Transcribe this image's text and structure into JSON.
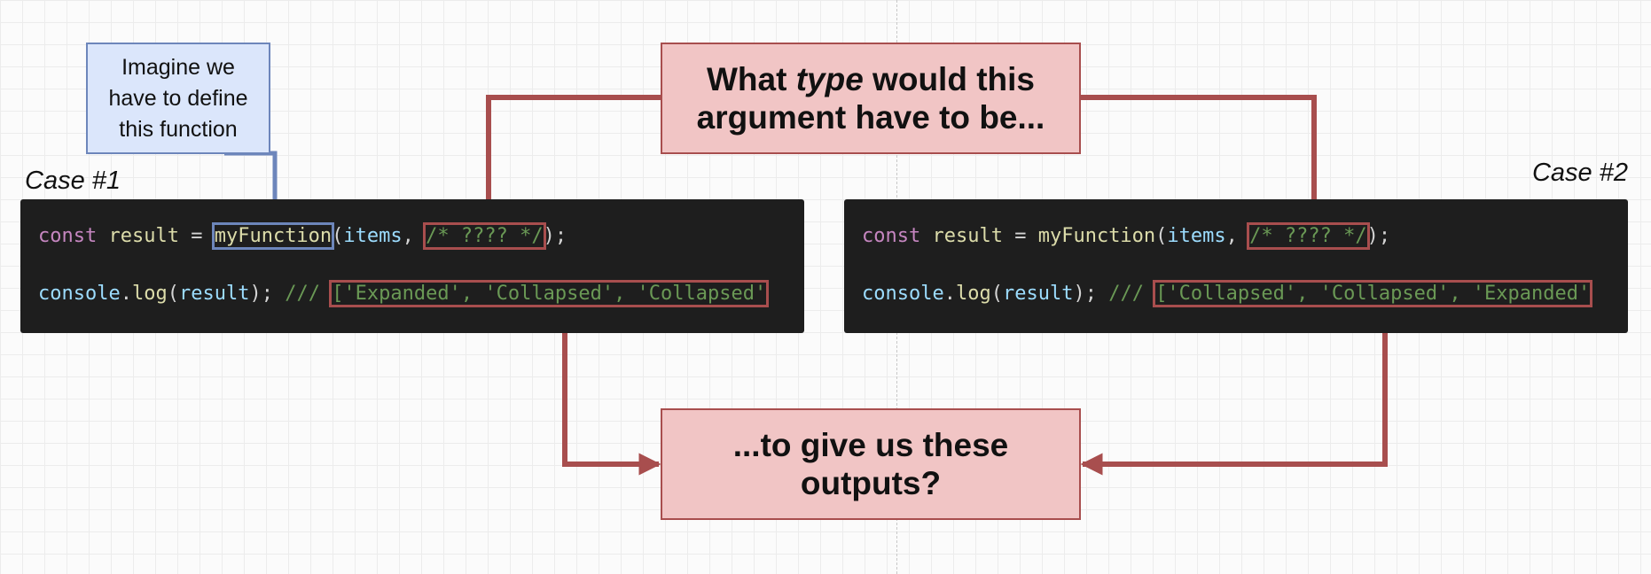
{
  "note": {
    "line1": "Imagine we",
    "line2": "have to define",
    "line3": "this function"
  },
  "question": {
    "part1": "What ",
    "emphasis": "type",
    "part2": " would this",
    "line2": "argument have to be..."
  },
  "outputs": {
    "line1": "...to give us these",
    "line2": "outputs?"
  },
  "cases": {
    "case1": {
      "label": "Case #1",
      "line1": {
        "keyword": "const",
        "variable": "result",
        "equals": " = ",
        "function": "myFunction",
        "open": "(",
        "arg": "items",
        "comma": ", ",
        "placeholder": "/* ???? */",
        "close": ");"
      },
      "line2": {
        "object": "console",
        "dot": ".",
        "method": "log",
        "open": "(",
        "arg": "result",
        "close": ");",
        "comment_prefix": " /// ",
        "output": "['Expanded', 'Collapsed', 'Collapsed'"
      }
    },
    "case2": {
      "label": "Case #2",
      "line1": {
        "keyword": "const",
        "variable": "result",
        "equals": " = ",
        "function": "myFunction",
        "open": "(",
        "arg": "items",
        "comma": ", ",
        "placeholder": "/* ???? */",
        "close": ");"
      },
      "line2": {
        "object": "console",
        "dot": ".",
        "method": "log",
        "open": "(",
        "arg": "result",
        "close": ");",
        "comment_prefix": " /// ",
        "output": "['Collapsed', 'Collapsed', 'Expanded'"
      }
    }
  },
  "colors": {
    "red_box_fill": "#f1c5c5",
    "red_stroke": "#a84e4e",
    "blue_box_fill": "#dbe6fb",
    "blue_stroke": "#6d86bb",
    "code_background": "#1e1e1e"
  }
}
